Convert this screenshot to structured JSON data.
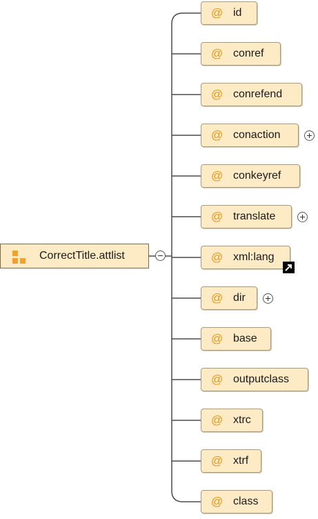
{
  "group": {
    "label": "CorrectTitle.attlist",
    "icon": "attribute-group-icon"
  },
  "attributes": [
    {
      "label": "id",
      "expandable": false
    },
    {
      "label": "conref",
      "expandable": false
    },
    {
      "label": "conrefend",
      "expandable": false
    },
    {
      "label": "conaction",
      "expandable": true
    },
    {
      "label": "conkeyref",
      "expandable": false
    },
    {
      "label": "translate",
      "expandable": true
    },
    {
      "label": "xml:lang",
      "expandable": false,
      "reference": true
    },
    {
      "label": "dir",
      "expandable": true
    },
    {
      "label": "base",
      "expandable": false
    },
    {
      "label": "outputclass",
      "expandable": false
    },
    {
      "label": "xtrc",
      "expandable": false
    },
    {
      "label": "xtrf",
      "expandable": false
    },
    {
      "label": "class",
      "expandable": false
    }
  ],
  "attribute_symbol": "@",
  "colors": {
    "node_fill": "#fdebc6",
    "symbol": "#e8961b",
    "connector": "#4a4a4a"
  }
}
